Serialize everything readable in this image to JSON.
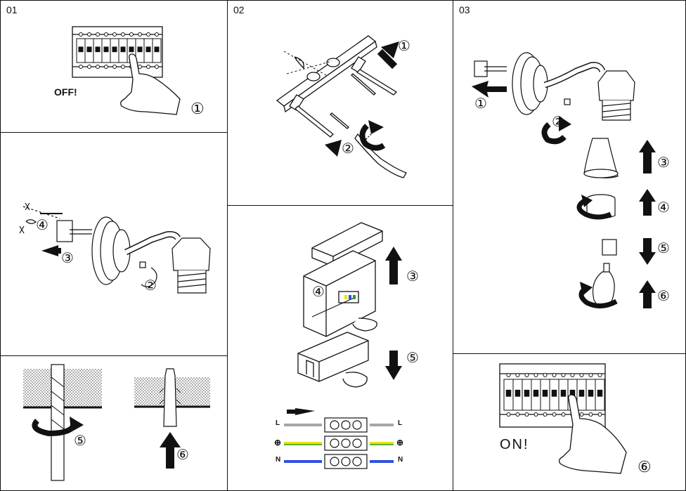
{
  "panels": [
    {
      "label": "01"
    },
    {
      "label": "02"
    },
    {
      "label": "03"
    }
  ],
  "texts": {
    "off": "OFF!",
    "on": "ON!"
  },
  "steps": [
    "①",
    "②",
    "③",
    "④",
    "⑤",
    "⑥"
  ],
  "wires": {
    "l": "L",
    "e": "⊕",
    "n": "N"
  },
  "colors": {
    "line": "#111111",
    "hatch": "#9a9a9a",
    "wire_live": "#a6a6a6",
    "wire_earth_a": "#e6e600",
    "wire_earth_b": "#2a9a2a",
    "wire_neutral": "#3050e0"
  }
}
